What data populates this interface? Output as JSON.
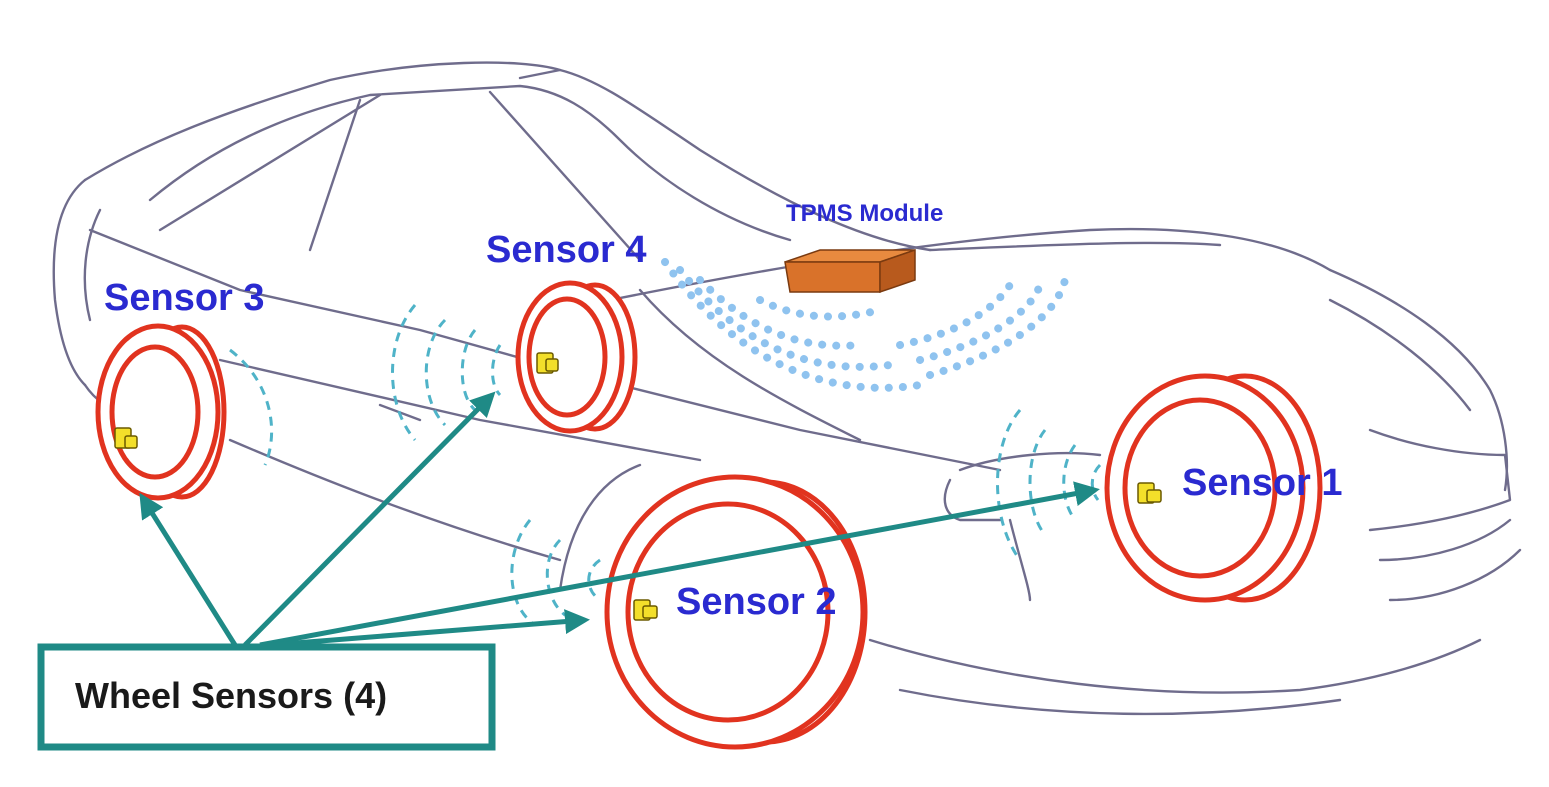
{
  "diagram": {
    "module_label": "TPMS Module",
    "sensors": [
      {
        "id": "sensor-1",
        "label": "Sensor 1"
      },
      {
        "id": "sensor-2",
        "label": "Sensor 2"
      },
      {
        "id": "sensor-3",
        "label": "Sensor 3"
      },
      {
        "id": "sensor-4",
        "label": "Sensor 4"
      }
    ],
    "callout_label": "Wheel Sensors (4)"
  },
  "colors": {
    "label_text": "#2a2ad0",
    "tire": "#e1331f",
    "arrow": "#1f8a86",
    "callout_border": "#1f8a86",
    "module_box": "#d9722a",
    "signal_wave": "#8fc3ef",
    "car_outline": "#6f6c8c"
  }
}
